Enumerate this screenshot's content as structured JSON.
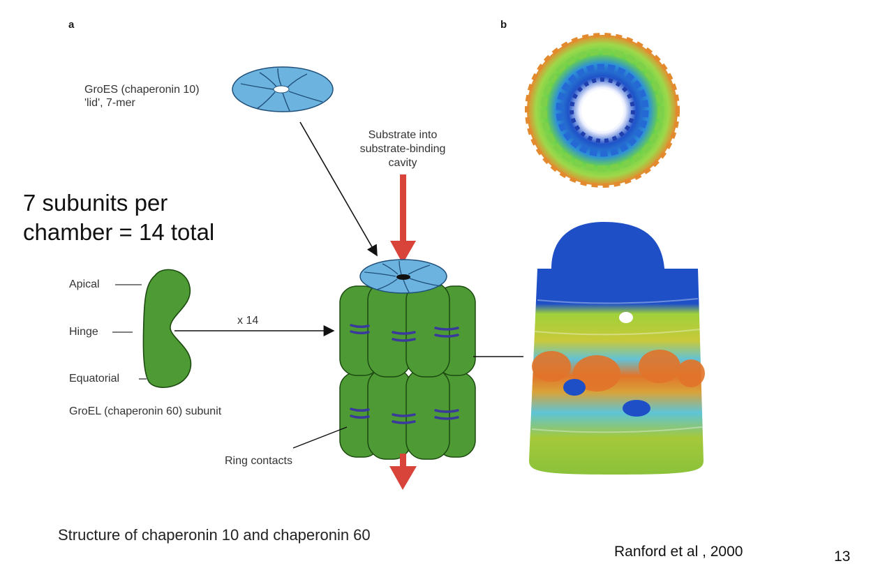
{
  "panels": {
    "a": "a",
    "b": "b"
  },
  "labels": {
    "groes_line1": "GroES (chaperonin 10)",
    "groes_line2": "'lid', 7-mer",
    "substrate_line1": "Substrate into",
    "substrate_line2": "substrate-binding",
    "substrate_line3": "cavity",
    "apical": "Apical",
    "hinge": "Hinge",
    "equatorial": "Equatorial",
    "multiplier": "x 14",
    "groel_subunit": "GroEL (chaperonin 60) subunit",
    "ring_contacts": "Ring contacts"
  },
  "note": {
    "line1": "7 subunits per",
    "line2": "chamber = 14 total"
  },
  "caption": "Structure of chaperonin 10 and chaperonin 60",
  "credit": "Ranford et al , 2000",
  "page_number": "13",
  "colors": {
    "groel_green": "#4e9a35",
    "groes_blue": "#6cb4df",
    "arrow_red": "#d9443a",
    "band_purple": "#3a3a9c"
  }
}
